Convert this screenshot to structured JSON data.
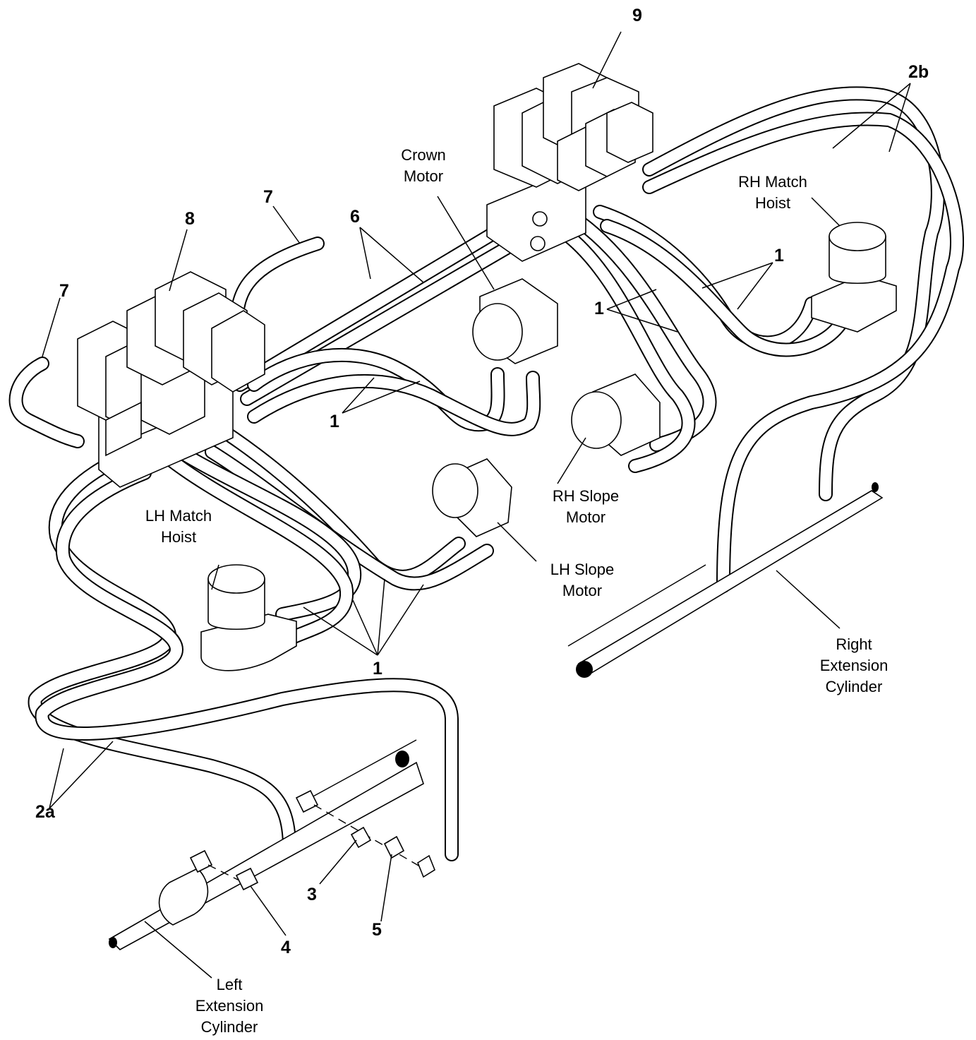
{
  "callouts": {
    "c9": "9",
    "c2b": "2b",
    "c8": "8",
    "c7a": "7",
    "c7b": "7",
    "c6": "6",
    "c1_right_top": "1",
    "c1_right_mid": "1",
    "c1_center": "1",
    "c1_bottom": "1",
    "c2a": "2a",
    "c3": "3",
    "c4": "4",
    "c5": "5"
  },
  "labels": {
    "crown_motor": [
      "Crown",
      "Motor"
    ],
    "rh_match_hoist": [
      "RH Match",
      "Hoist"
    ],
    "lh_match_hoist": [
      "LH Match",
      "Hoist"
    ],
    "rh_slope_motor": [
      "RH Slope",
      "Motor"
    ],
    "lh_slope_motor": [
      "LH Slope",
      "Motor"
    ],
    "right_extension_cylinder": [
      "Right",
      "Extension",
      "Cylinder"
    ],
    "left_extension_cylinder": [
      "Left",
      "Extension",
      "Cylinder"
    ]
  }
}
